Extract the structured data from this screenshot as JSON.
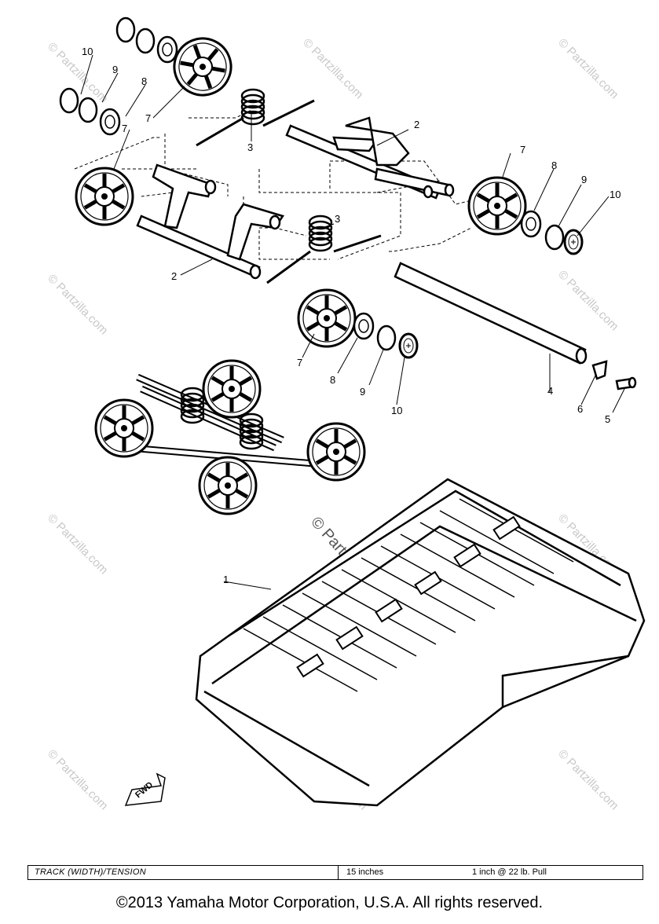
{
  "callouts": {
    "c1": "1",
    "c2a": "2",
    "c2b": "2",
    "c3a": "3",
    "c3b": "3",
    "c4": "4",
    "c5": "5",
    "c6": "6",
    "c7a": "7",
    "c7b": "7",
    "c7c": "7",
    "c7d": "7",
    "c8a": "8",
    "c8b": "8",
    "c8c": "8",
    "c9a": "9",
    "c9b": "9",
    "c9c": "9",
    "c10a": "10",
    "c10b": "10",
    "c10c": "10"
  },
  "fwd_label": "FWD",
  "watermark": "© Partzilla.com",
  "spec_table": {
    "label": "TRACK (WIDTH)/TENSION",
    "width": "15 inches",
    "tension": "1 inch @ 22 lb. Pull"
  },
  "copyright": "©2013 Yamaha Motor Corporation, U.S.A. All rights reserved."
}
